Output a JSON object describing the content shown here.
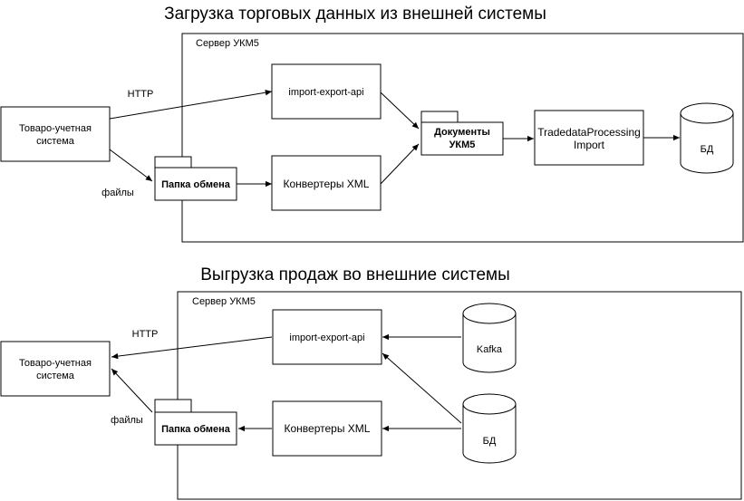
{
  "section1": {
    "title": "Загрузка  торговых данных из внешней системы",
    "server_label": "Сервер УКМ5",
    "tovaro_line1": "Товаро-учетная",
    "tovaro_line2": "система",
    "http_label": "HTTP",
    "files_label": "файлы",
    "folder_label": "Папка обмена",
    "api_label": "import-export-api",
    "converters_label": "Конвертеры XML",
    "docs_line1": "Документы",
    "docs_line2": "УКМ5",
    "tdp_line1": "TradedataProcessing",
    "tdp_line2": "Import",
    "db_label": "БД"
  },
  "section2": {
    "title": "Выгрузка продаж во внешние системы",
    "server_label": "Сервер УКМ5",
    "tovaro_line1": "Товаро-учетная",
    "tovaro_line2": "система",
    "http_label": "HTTP",
    "files_label": "файлы",
    "folder_label": "Папка обмена",
    "api_label": "import-export-api",
    "converters_label": "Конвертеры XML",
    "kafka_label": "Kafka",
    "db_label": "БД"
  },
  "colors": {
    "stroke": "#000000",
    "background": "#ffffff"
  }
}
